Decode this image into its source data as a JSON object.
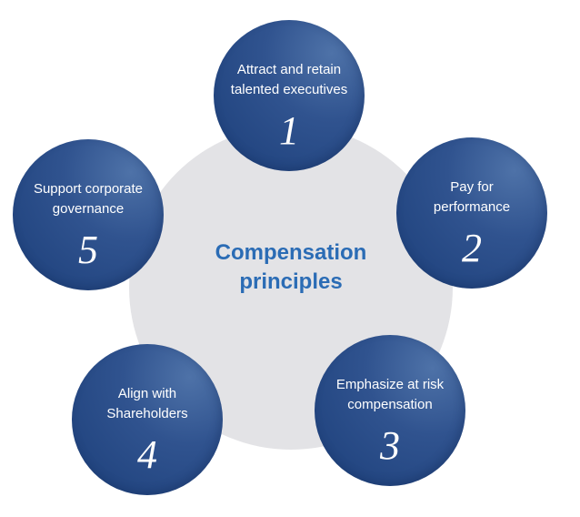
{
  "center": {
    "line1": "Compensation",
    "line2": "principles"
  },
  "principles": [
    {
      "line1": "Attract and retain",
      "line2": "talented executives",
      "number": "1"
    },
    {
      "line1": "Pay for",
      "line2": "performance",
      "number": "2"
    },
    {
      "line1": "Emphasize at risk",
      "line2": "compensation",
      "number": "3"
    },
    {
      "line1": "Align with",
      "line2": "Shareholders",
      "number": "4"
    },
    {
      "line1": "Support corporate",
      "line2": "governance",
      "number": "5"
    }
  ],
  "colors": {
    "circle_dark": "#1c3f7a",
    "circle_light": "#4e72a8",
    "hub": "#e3e3e6",
    "center_text": "#2b6cb5",
    "circle_text": "#ffffff"
  }
}
